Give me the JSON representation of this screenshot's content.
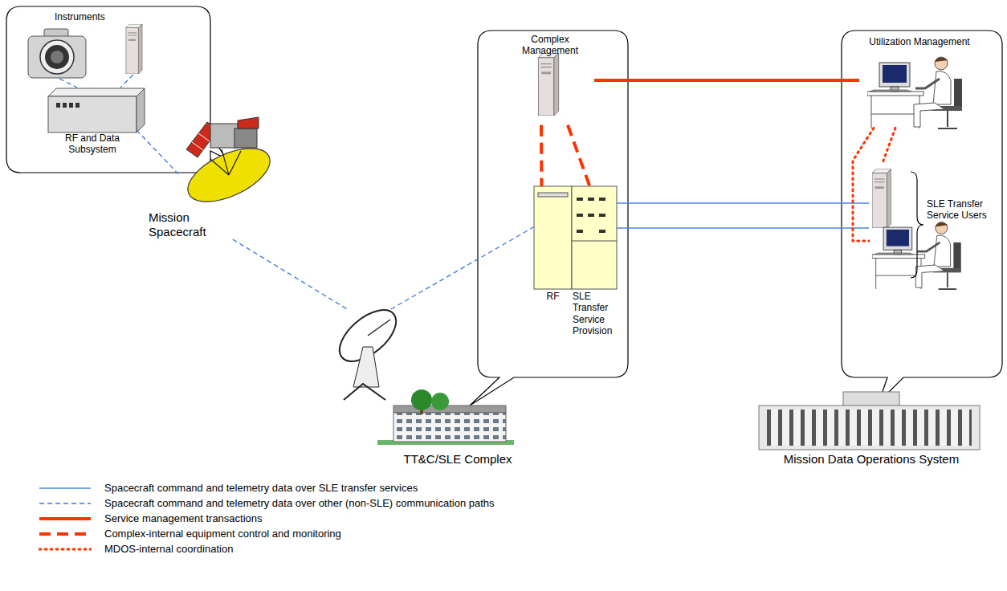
{
  "diagram": {
    "nodes": [
      {
        "text": [
          "Instruments"
        ]
      },
      {
        "text": [
          "RF and Data Subsystem"
        ],
        "in": 0
      },
      {
        "text": [
          "Mission Spacecraft"
        ]
      },
      {
        "text": [
          "TT&C/SLE Complex"
        ]
      },
      {
        "text": [
          "Complex Management"
        ]
      },
      {
        "text": [
          "RF"
        ]
      },
      {
        "text": [
          "SLE Transfer Service Provision"
        ]
      },
      {
        "text": [
          "Utilization Management"
        ]
      },
      {
        "text": [
          "SLE Transfer Service Users"
        ]
      },
      {
        "text": [
          "Mission Data Operations System"
        ]
      }
    ],
    "edges": [
      {
        "from": 1,
        "to": 2,
        "arrow": "none"
      },
      {
        "from": 2,
        "to": 3,
        "arrow": "none"
      },
      {
        "from": 3,
        "to": 5,
        "arrow": "none"
      },
      {
        "from": 4,
        "to": 7,
        "arrow": "none"
      },
      {
        "from": 4,
        "to": 5,
        "arrow": "none"
      },
      {
        "from": 4,
        "to": 6,
        "arrow": "none"
      },
      {
        "from": 6,
        "to": 8,
        "arrow": "none"
      },
      {
        "from": 6,
        "to": 8,
        "arrow": "none"
      },
      {
        "from": 7,
        "to": 8,
        "arrow": "none"
      },
      {
        "from": 7,
        "to": 8,
        "arrow": "none"
      }
    ],
    "legend": [
      {
        "text": "Spacecraft command and telemetry data over SLE transfer services"
      },
      {
        "text": "Spacecraft command and telemetry data over other (non-SLE) communication paths"
      },
      {
        "text": "Service management transactions"
      },
      {
        "text": "Complex-internal equipment control and monitoring"
      },
      {
        "text": "MDOS-internal coordination"
      }
    ]
  }
}
